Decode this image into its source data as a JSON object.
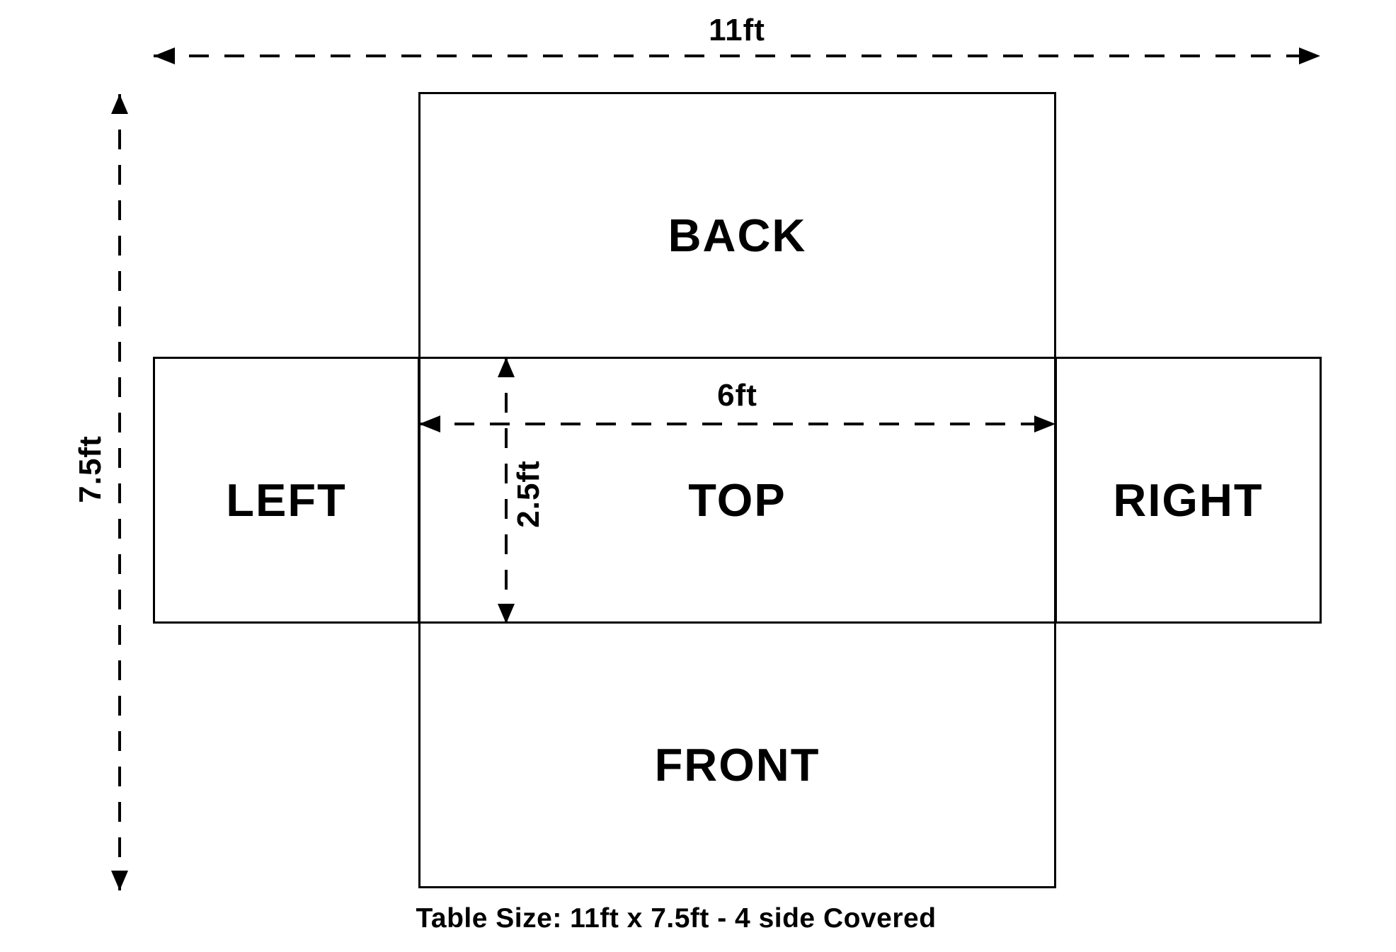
{
  "diagram": {
    "type": "table-cover-flat-layout",
    "panels": [
      {
        "id": "back",
        "label": "BACK"
      },
      {
        "id": "left",
        "label": "LEFT"
      },
      {
        "id": "top",
        "label": "TOP"
      },
      {
        "id": "right",
        "label": "RIGHT"
      },
      {
        "id": "front",
        "label": "FRONT"
      }
    ],
    "dimensions": {
      "total_width": "11ft",
      "total_height": "7.5ft",
      "top_width": "6ft",
      "top_depth": "2.5ft"
    },
    "caption": "Table Size: 11ft x 7.5ft - 4 side Covered",
    "colors": {
      "line": "#000000",
      "background": "#ffffff",
      "text": "#000000"
    }
  }
}
